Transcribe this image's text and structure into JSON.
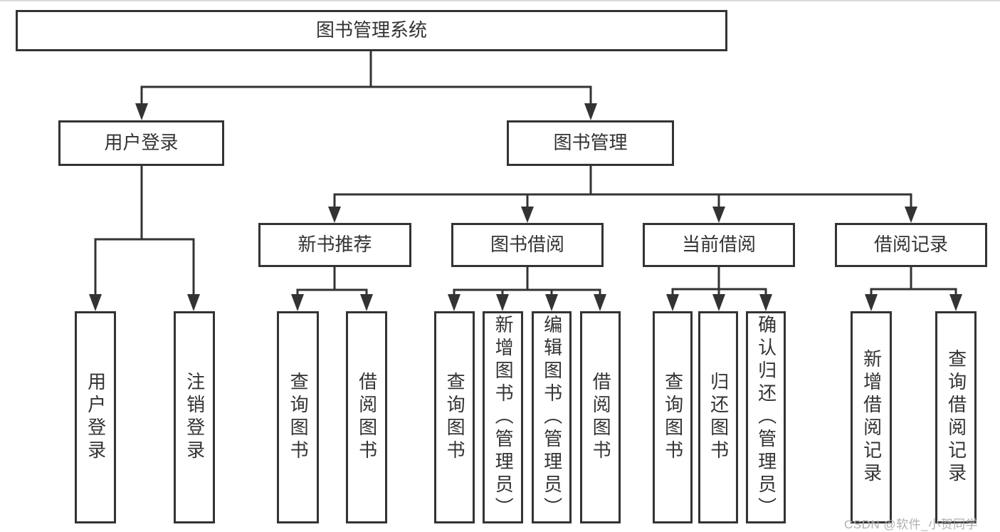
{
  "colors": {
    "line": "#333333",
    "text": "#333333",
    "background": "#ffffff",
    "watermark": "#b0b0b0"
  },
  "root": {
    "label": "图书管理系统"
  },
  "level2": [
    {
      "label": "用户登录"
    },
    {
      "label": "图书管理"
    }
  ],
  "level3": [
    {
      "label": "新书推荐",
      "parent": "图书管理"
    },
    {
      "label": "图书借阅",
      "parent": "图书管理"
    },
    {
      "label": "当前借阅",
      "parent": "图书管理"
    },
    {
      "label": "借阅记录",
      "parent": "图书管理"
    }
  ],
  "leaves": [
    {
      "label": "用户登录",
      "parent": "用户登录"
    },
    {
      "label": "注销登录",
      "parent": "用户登录"
    },
    {
      "label": "查询图书",
      "parent": "新书推荐"
    },
    {
      "label": "借阅图书",
      "parent": "新书推荐"
    },
    {
      "label": "查询图书",
      "parent": "图书借阅"
    },
    {
      "label": "新增图书（管理员）",
      "parent": "图书借阅"
    },
    {
      "label": "编辑图书（管理员）",
      "parent": "图书借阅"
    },
    {
      "label": "借阅图书",
      "parent": "图书借阅"
    },
    {
      "label": "查询图书",
      "parent": "当前借阅"
    },
    {
      "label": "归还图书",
      "parent": "当前借阅"
    },
    {
      "label": "确认归还（管理员）",
      "parent": "当前借阅"
    },
    {
      "label": "新增借阅记录",
      "parent": "借阅记录"
    },
    {
      "label": "查询借阅记录",
      "parent": "借阅记录"
    }
  ],
  "watermark": "CSDN @软件_小贺同学"
}
